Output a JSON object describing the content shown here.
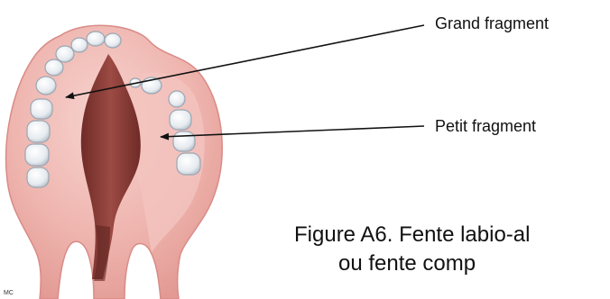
{
  "labels": {
    "grand_fragment": "Grand fragment",
    "petit_fragment": "Petit fragment"
  },
  "caption": {
    "line1": "Figure A6. Fente labio-al",
    "line2": "ou fente comp"
  },
  "signature": "MC",
  "colors": {
    "gum": "#eeb0aa",
    "gum_dark": "#d98b86",
    "gum_light": "#f6cfca",
    "cleft": "#8a3d38",
    "cleft_dark": "#6f2b27",
    "tooth": "#e9edf2",
    "tooth_outline": "#9aa6b2",
    "arrow": "#111111",
    "text": "#111111"
  }
}
